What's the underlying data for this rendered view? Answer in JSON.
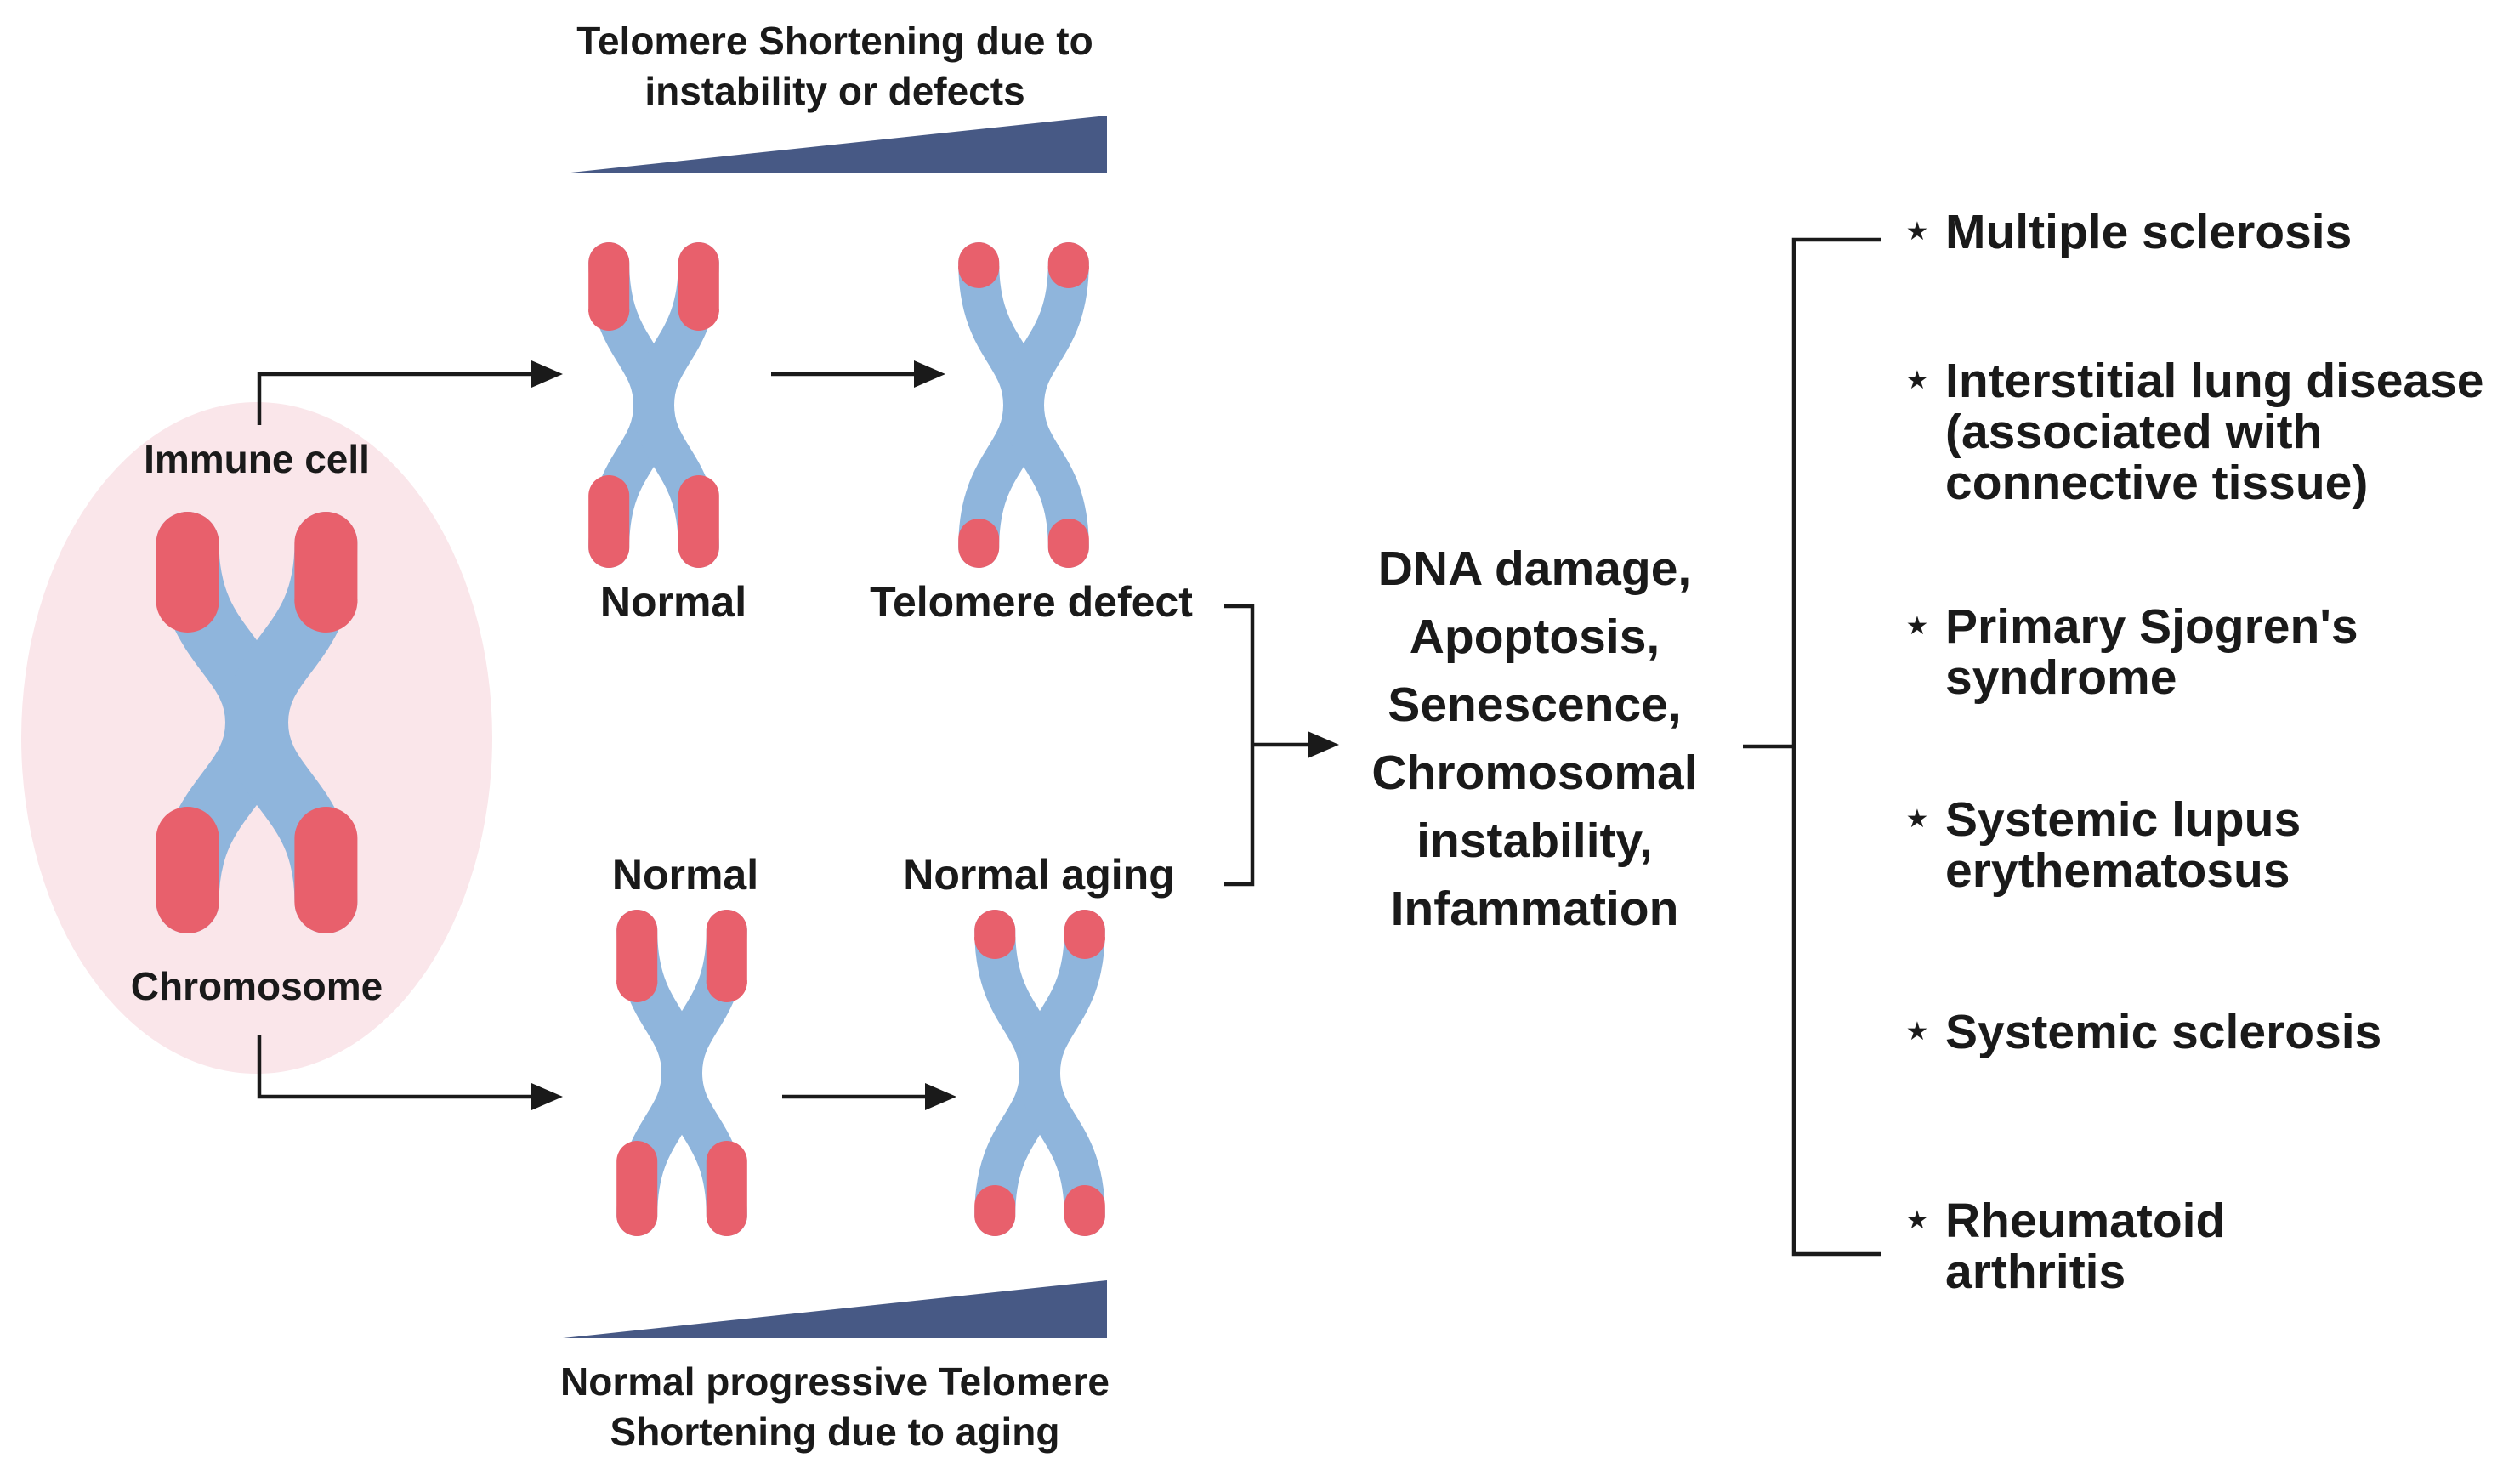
{
  "colors": {
    "chromosome_arm": "#8fb5dc",
    "telomere": "#e8606c",
    "wedge": "#475985",
    "immune_cell_fill": "#fae6ea",
    "line": "#1a1a1a"
  },
  "top_wedge": {
    "label_line1": "Telomere Shortening due to",
    "label_line2": "instability or defects"
  },
  "bottom_wedge": {
    "label_line1": "Normal progressive Telomere",
    "label_line2": "Shortening due to aging"
  },
  "immune_cell": {
    "label": "Immune cell",
    "chromosome_label": "Chromosome"
  },
  "top_path": {
    "normal_label": "Normal",
    "defect_label": "Telomere defect"
  },
  "bottom_path": {
    "normal_label": "Normal",
    "aging_label": "Normal aging"
  },
  "outcomes": {
    "lines": [
      "DNA damage,",
      "Apoptosis,",
      "Senescence,",
      "Chromosomal",
      "instability,",
      "Infammation"
    ]
  },
  "bullet_symbol": "★",
  "diseases": [
    {
      "lines": [
        "Multiple sclerosis"
      ]
    },
    {
      "lines": [
        "Interstitial lung disease",
        "(associated with",
        "connective tissue)"
      ]
    },
    {
      "lines": [
        "Primary Sjogren's",
        "syndrome"
      ]
    },
    {
      "lines": [
        "Systemic lupus",
        "erythematosus"
      ]
    },
    {
      "lines": [
        "Systemic sclerosis"
      ]
    },
    {
      "lines": [
        "Rheumatoid",
        "arthritis"
      ]
    }
  ]
}
